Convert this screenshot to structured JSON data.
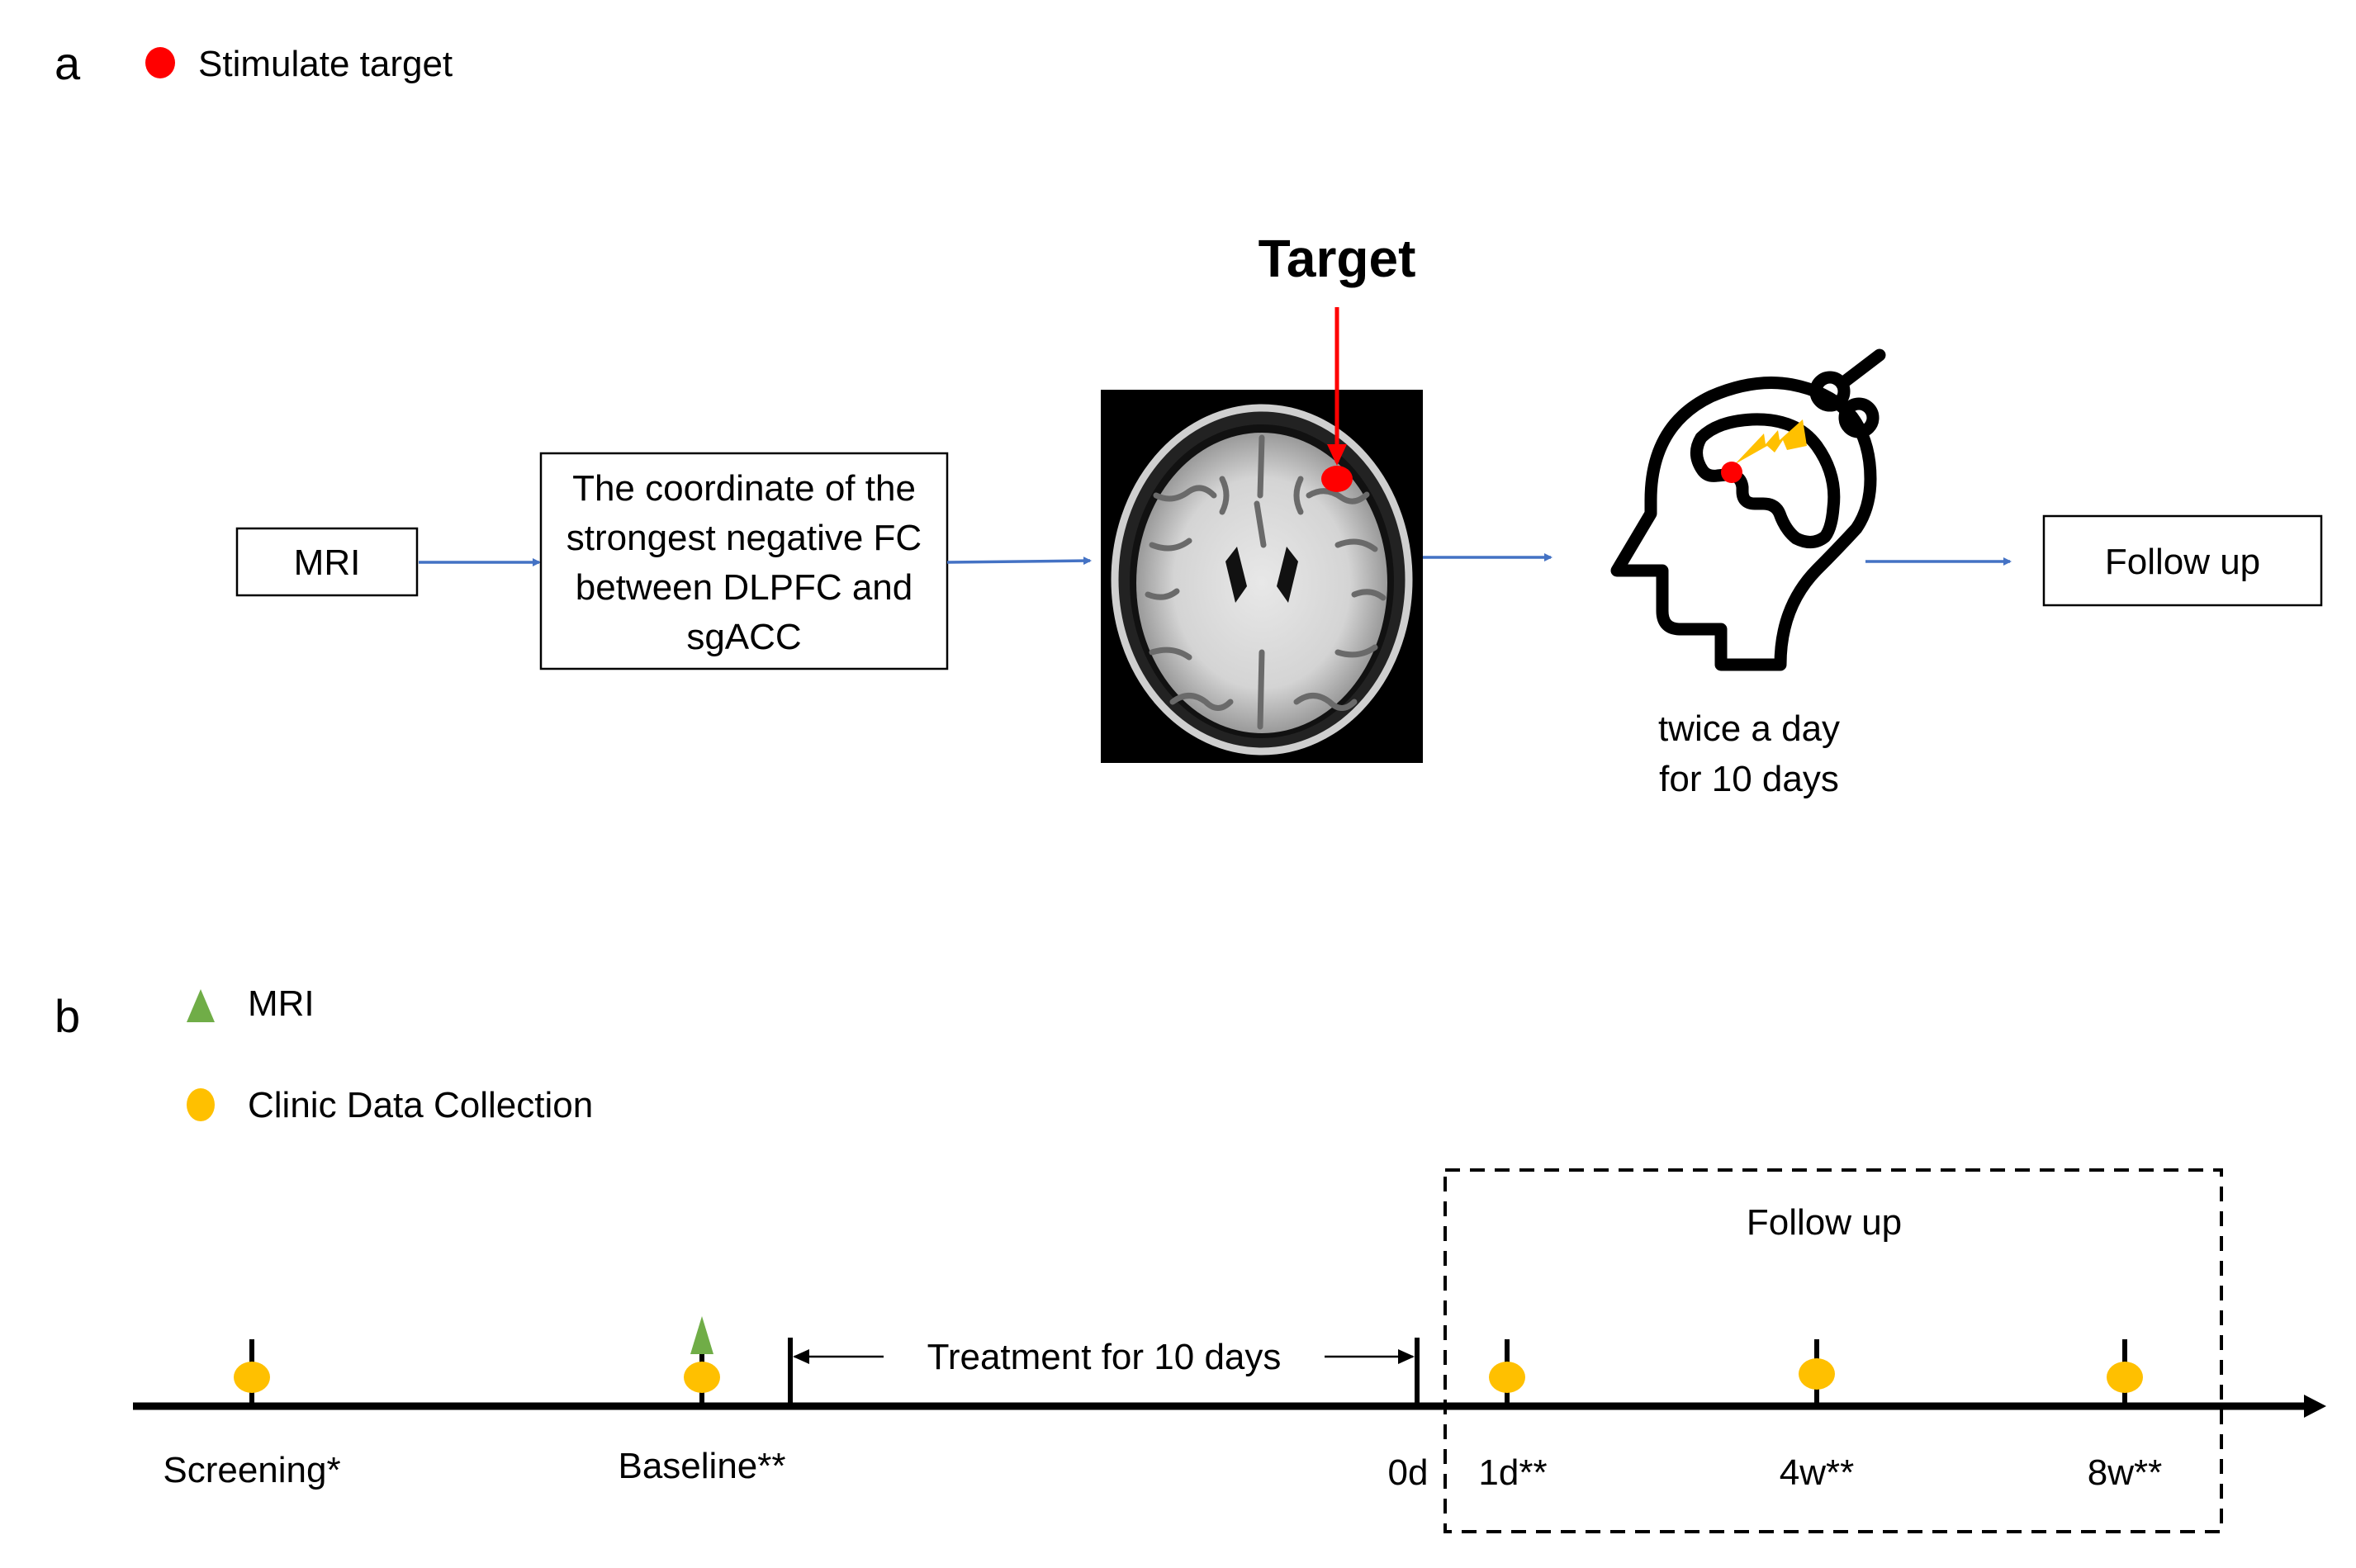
{
  "panel_a": {
    "label": "a",
    "legend": {
      "marker": "red-dot",
      "color": "#FF0000",
      "text": "Stimulate target"
    },
    "flow": [
      {
        "id": "mri",
        "text_lines": [
          "MRI"
        ]
      },
      {
        "id": "coordinate",
        "text_lines": [
          "The coordinate of  the",
          "strongest negative FC",
          "between DLPFC and",
          "sgACC"
        ]
      },
      {
        "id": "brain-mri-image",
        "overlay_label": "Target"
      },
      {
        "id": "tms-head",
        "caption_lines": [
          "twice a day",
          "for 10 days"
        ]
      },
      {
        "id": "follow-up",
        "text_lines": [
          "Follow up"
        ]
      }
    ],
    "colors": {
      "arrow": "#4472C4",
      "target": "#FF0000",
      "bolt": "#FFC000"
    }
  },
  "panel_b": {
    "label": "b",
    "legend": [
      {
        "marker": "triangle",
        "color": "#70AD47",
        "text": "MRI"
      },
      {
        "marker": "circle",
        "color": "#FFC000",
        "text": "Clinic Data Collection"
      }
    ],
    "treatment_label": "Treatment for 10 days",
    "follow_up_label": "Follow up",
    "timepoints": [
      {
        "label": "Screening*",
        "clinic": true,
        "mri": false
      },
      {
        "label": "Baseline**",
        "clinic": true,
        "mri": true
      },
      {
        "label": "",
        "clinic": false,
        "mri": false,
        "role": "treatment-start"
      },
      {
        "label": "0d",
        "clinic": false,
        "mri": false,
        "role": "treatment-end"
      },
      {
        "label": "1d**",
        "clinic": true,
        "mri": false
      },
      {
        "label": "4w**",
        "clinic": true,
        "mri": false
      },
      {
        "label": "8w**",
        "clinic": true,
        "mri": false
      }
    ]
  }
}
